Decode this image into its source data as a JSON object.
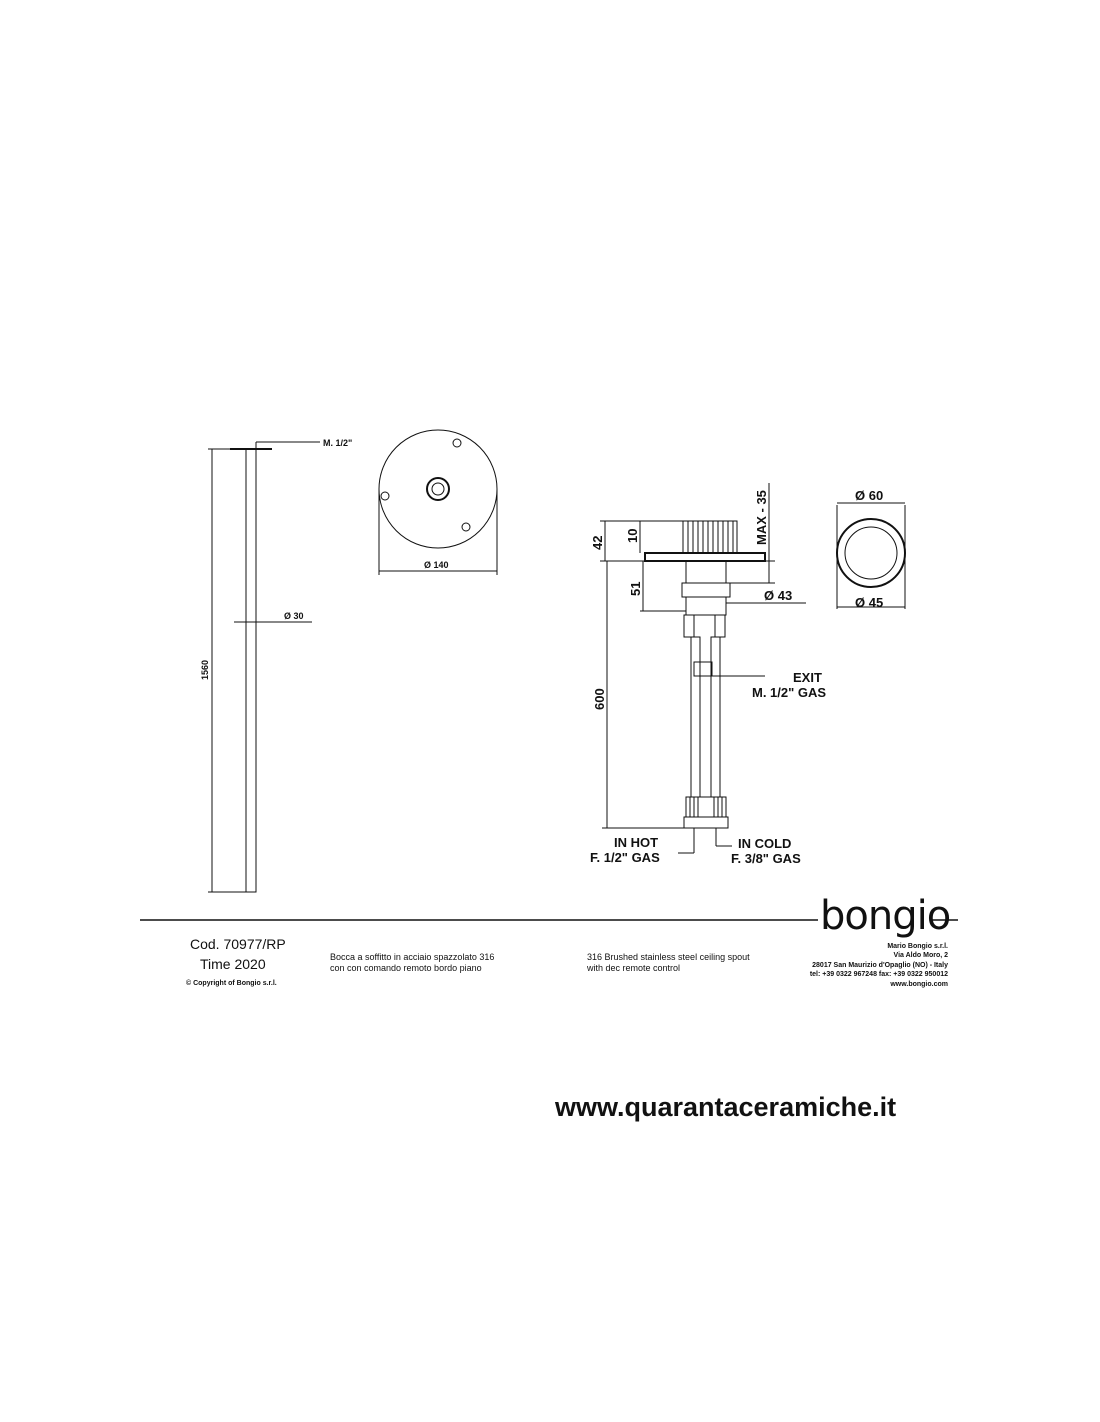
{
  "drawing": {
    "dim_m12": "M. 1/2\"",
    "dim_1560": "1560",
    "dim_d30": "Ø  30",
    "dim_d140": "Ø  140",
    "dim_42": "42",
    "dim_10": "10",
    "dim_max35": "MAX - 35",
    "dim_51": "51",
    "dim_d43": "Ø  43",
    "dim_600": "600",
    "dim_d60": "Ø  60",
    "dim_d45": "Ø  45",
    "exit_label": "EXIT",
    "exit_spec": "M. 1/2\" GAS",
    "in_hot_label": "IN HOT",
    "in_hot_spec": "F. 1/2\" GAS",
    "in_cold_label": "IN  COLD",
    "in_cold_spec": "F. 3/8\" GAS"
  },
  "footer": {
    "code": "Cod. 70977/RP",
    "time": "Time 2020",
    "copyright": "© Copyright of Bongio s.r.l.",
    "desc_it_line1": "Bocca a soffitto in acciaio spazzolato 316",
    "desc_it_line2": "con con comando remoto bordo piano",
    "desc_en_line1": "316 Brushed stainless steel ceiling spout",
    "desc_en_line2": "with dec remote control",
    "company_name": "Mario Bongio s.r.l.",
    "company_street": "Via Aldo Moro, 2",
    "company_city": "28017 San Maurizio d'Opaglio (NO) - Italy",
    "company_phone": "tel: +39 0322 967248    fax: +39 0322 950012",
    "company_web": "www.bongio.com",
    "logo": "bongio"
  },
  "website": "www.quarantaceramiche.it"
}
